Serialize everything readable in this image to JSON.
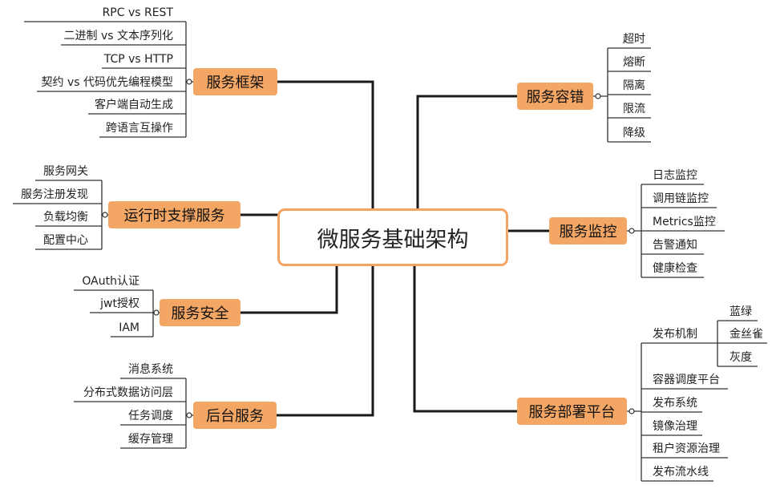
{
  "root": "微服务基础架构",
  "branches": {
    "framework": {
      "label": "服务框架",
      "items": [
        "RPC vs REST",
        "二进制 vs 文本序列化",
        "TCP vs HTTP",
        "契约 vs 代码优先编程模型",
        "客户端自动生成",
        "跨语言互操作"
      ]
    },
    "runtime": {
      "label": "运行时支撑服务",
      "items": [
        "服务网关",
        "服务注册发现",
        "负载均衡",
        "配置中心"
      ]
    },
    "security": {
      "label": "服务安全",
      "items": [
        "OAuth认证",
        "jwt授权",
        "IAM"
      ]
    },
    "backend": {
      "label": "后台服务",
      "items": [
        "消息系统",
        "分布式数据访问层",
        "任务调度",
        "缓存管理"
      ]
    },
    "fault": {
      "label": "服务容错",
      "items": [
        "超时",
        "熔断",
        "隔离",
        "限流",
        "降级"
      ]
    },
    "monitor": {
      "label": "服务监控",
      "items": [
        "日志监控",
        "调用链监控",
        "Metrics监控",
        "告警通知",
        "健康检查"
      ]
    },
    "deploy": {
      "label": "服务部署平台",
      "items": [
        "发布机制",
        "容器调度平台",
        "发布系统",
        "镜像治理",
        "租户资源治理",
        "发布流水线"
      ],
      "release_sub": [
        "蓝绿",
        "金丝雀",
        "灰度"
      ]
    }
  }
}
